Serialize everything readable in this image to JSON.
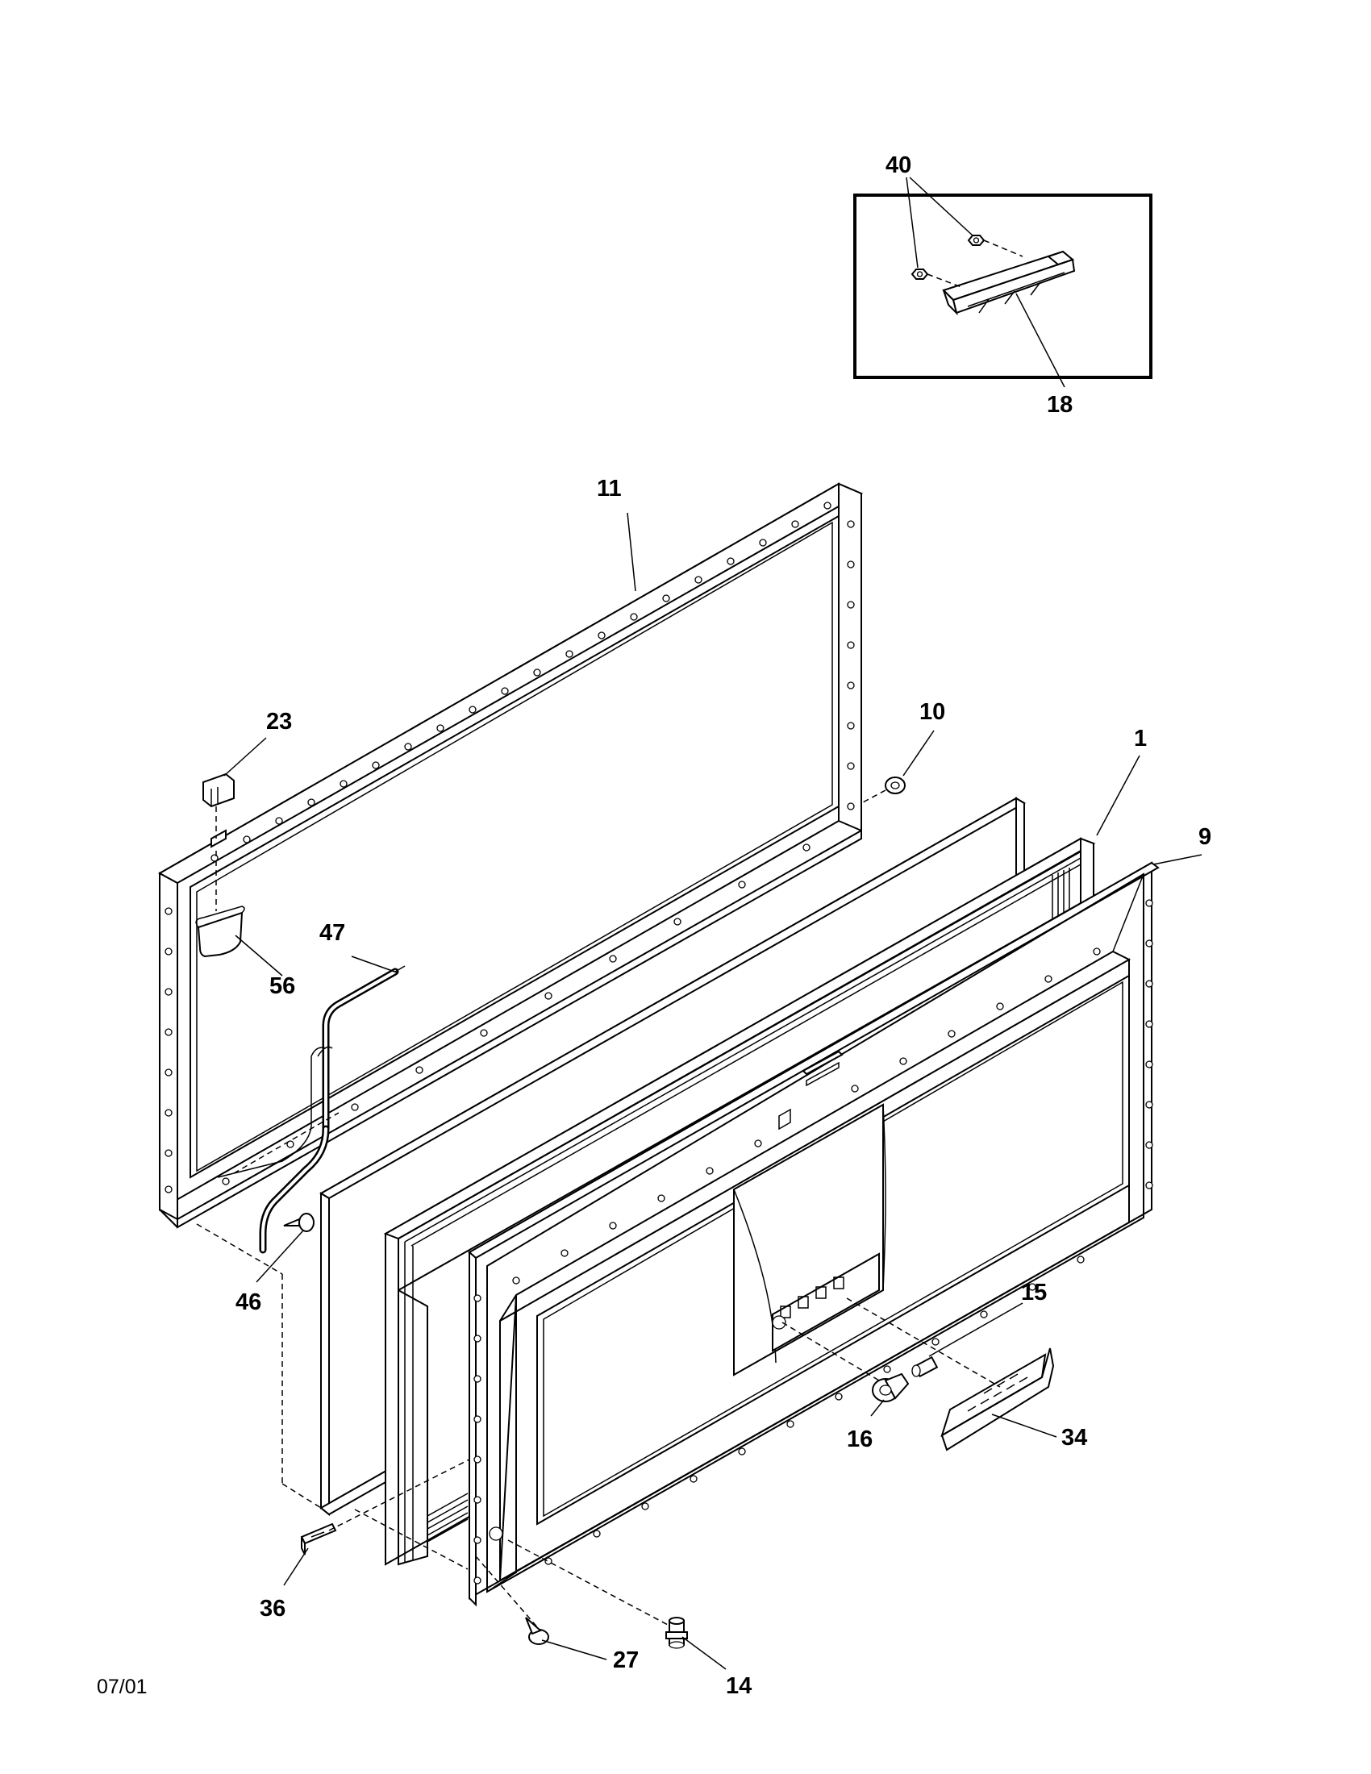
{
  "callouts": {
    "c40": "40",
    "c18": "18",
    "c11": "11",
    "c23": "23",
    "c10": "10",
    "c1": "1",
    "c9": "9",
    "c47": "47",
    "c56": "56",
    "c46": "46",
    "c15": "15",
    "c16": "16",
    "c34": "34",
    "c36": "36",
    "c27": "27",
    "c14": "14"
  },
  "footer": {
    "date": "07/01"
  }
}
